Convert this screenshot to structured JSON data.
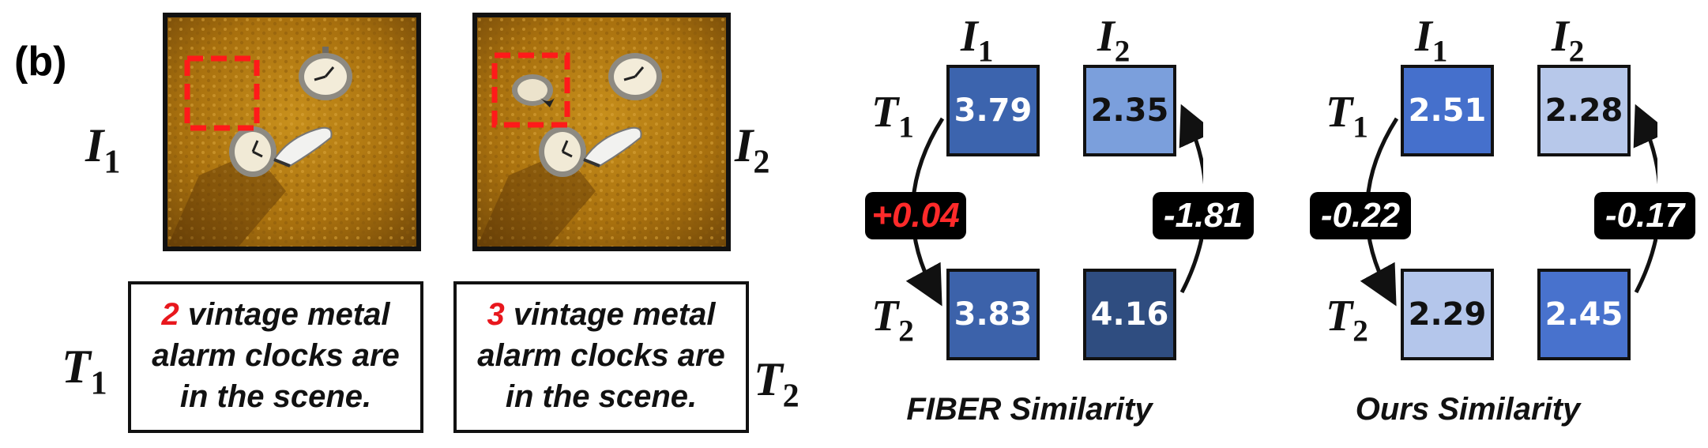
{
  "panel_label": "(b)",
  "left": {
    "image1_label": {
      "base": "I",
      "sub": "1"
    },
    "image2_label": {
      "base": "I",
      "sub": "2"
    },
    "text1_label": {
      "base": "T",
      "sub": "1"
    },
    "text2_label": {
      "base": "T",
      "sub": "2"
    },
    "caption1": {
      "num": "2",
      "line1_rest": " vintage metal",
      "line2": "alarm clocks are",
      "line3": "in the scene."
    },
    "caption2": {
      "num": "3",
      "line1_rest": " vintage metal",
      "line2": "alarm clocks are",
      "line3": "in the scene."
    }
  },
  "colors": {
    "highlight": "#e8171d",
    "dashed_box": "#ff1a1a"
  },
  "matrices": [
    {
      "title": "FIBER Similarity",
      "col_labels": [
        {
          "base": "I",
          "sub": "1"
        },
        {
          "base": "I",
          "sub": "2"
        }
      ],
      "row_labels": [
        {
          "base": "T",
          "sub": "1"
        },
        {
          "base": "T",
          "sub": "2"
        }
      ],
      "cells": [
        {
          "value": "3.79",
          "fill": "#3c64ae",
          "text_color": "#ffffff"
        },
        {
          "value": "2.35",
          "fill": "#7b9fdc",
          "text_color": "#111111"
        },
        {
          "value": "3.83",
          "fill": "#3c62aa",
          "text_color": "#ffffff"
        },
        {
          "value": "4.16",
          "fill": "#2f4d80",
          "text_color": "#ffffff"
        }
      ],
      "left_delta": {
        "value": "+0.04",
        "color": "#ff2a2a"
      },
      "right_delta": {
        "value": "-1.81",
        "color": "#ffffff"
      }
    },
    {
      "title": "Ours Similarity",
      "col_labels": [
        {
          "base": "I",
          "sub": "1"
        },
        {
          "base": "I",
          "sub": "2"
        }
      ],
      "row_labels": [
        {
          "base": "T",
          "sub": "1"
        },
        {
          "base": "T",
          "sub": "2"
        }
      ],
      "cells": [
        {
          "value": "2.51",
          "fill": "#4570cc",
          "text_color": "#ffffff"
        },
        {
          "value": "2.28",
          "fill": "#b7c8ea",
          "text_color": "#111111"
        },
        {
          "value": "2.29",
          "fill": "#b4c6eb",
          "text_color": "#111111"
        },
        {
          "value": "2.45",
          "fill": "#4872cd",
          "text_color": "#ffffff"
        }
      ],
      "left_delta": {
        "value": "-0.22",
        "color": "#ffffff"
      },
      "right_delta": {
        "value": "-0.17",
        "color": "#ffffff"
      }
    }
  ]
}
